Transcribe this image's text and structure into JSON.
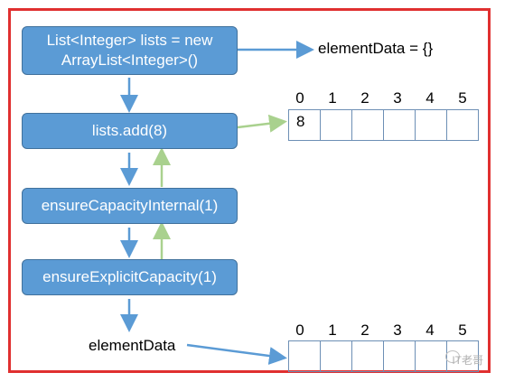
{
  "boxes": {
    "init": "List<Integer> lists = new\nArrayList<Integer>()",
    "add": "lists.add(8)",
    "ensure_internal": "ensureCapacityInternal(1)",
    "ensure_explicit": "ensureExplicitCapacity(1)"
  },
  "labels": {
    "element_data_empty": "elementData = {}",
    "element_data": "elementData"
  },
  "array_top": {
    "indices": [
      "0",
      "1",
      "2",
      "3",
      "4",
      "5"
    ],
    "cells": [
      "8",
      "",
      "",
      "",
      "",
      ""
    ]
  },
  "array_bottom": {
    "indices": [
      "0",
      "1",
      "2",
      "3",
      "4",
      "5"
    ],
    "cells": [
      "",
      "",
      "",
      "",
      "",
      ""
    ]
  },
  "watermark": {
    "text": "IT老哥"
  },
  "colors": {
    "box_fill": "#5b9bd5",
    "call_arrow": "#5b9bd5",
    "return_arrow": "#a9d18e",
    "frame": "#e03030"
  }
}
